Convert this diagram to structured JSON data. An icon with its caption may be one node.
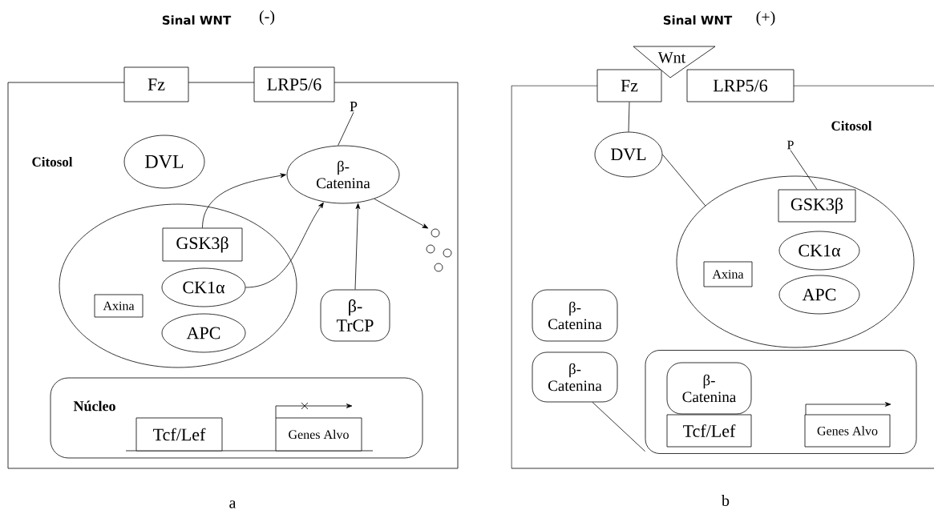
{
  "diagram": {
    "nodes": [
      {
        "text": [
          "Citosol"
        ]
      },
      {
        "text": [
          "Fz"
        ]
      },
      {
        "text": [
          "LRP5/6"
        ]
      },
      {
        "text": [
          "P"
        ],
        "in": 0
      },
      {
        "text": [
          "β- Catenina"
        ],
        "in": 0
      },
      {
        "text": [
          "DVL"
        ],
        "in": 0
      },
      {
        "text": [],
        "shape": "ellipse",
        "in": 0
      },
      {
        "text": [
          "GSK3β"
        ],
        "in": 6
      },
      {
        "text": [
          "Axina"
        ],
        "in": 6
      },
      {
        "text": [
          "CK1α"
        ],
        "in": 6
      },
      {
        "text": [
          "APC"
        ],
        "in": 6
      },
      {
        "text": [
          "β- TrCP"
        ],
        "in": 0
      },
      {
        "text": [],
        "shape": "circle",
        "in": 0
      },
      {
        "text": [
          "Núcleo"
        ],
        "in": 0
      },
      {
        "text": [
          "Tcf/Lef"
        ],
        "in": 13
      },
      {
        "text": [
          "Genes Alvo"
        ],
        "in": 13
      },
      {
        "text": [
          "Citosol"
        ]
      },
      {
        "text": [
          "Wnt"
        ]
      },
      {
        "text": [
          "Fz"
        ]
      },
      {
        "text": [
          "LRP5/6"
        ]
      },
      {
        "text": [
          "DVL"
        ],
        "in": 16
      },
      {
        "text": [],
        "shape": "ellipse",
        "in": 16
      },
      {
        "text": [
          "P"
        ],
        "in": 16
      },
      {
        "text": [
          "GSK3β"
        ],
        "in": 21
      },
      {
        "text": [
          "CK1α"
        ],
        "in": 21
      },
      {
        "text": [
          "Axina"
        ],
        "in": 21
      },
      {
        "text": [
          "APC"
        ],
        "in": 21
      },
      {
        "text": [
          "β- Catenina"
        ],
        "in": 16
      },
      {
        "text": [
          "β- Catenina"
        ],
        "in": 16
      },
      {
        "text": [],
        "shape": "box",
        "in": 16
      },
      {
        "text": [
          "β- Catenina"
        ],
        "in": 29
      },
      {
        "text": [
          "Tcf/Lef"
        ],
        "in": 29
      },
      {
        "text": [
          "Genes Alvo"
        ],
        "in": 29
      }
    ],
    "edges": [
      {
        "from": 3,
        "to": 4,
        "arrow": "none"
      },
      {
        "from": 7,
        "to": 4,
        "arrow": "to"
      },
      {
        "from": 9,
        "to": 4,
        "arrow": "to"
      },
      {
        "from": 11,
        "to": 4,
        "arrow": "to"
      },
      {
        "from": 4,
        "to": 12,
        "arrow": "to"
      },
      {
        "from": 18,
        "to": 20,
        "arrow": "none"
      },
      {
        "from": 20,
        "to": 21,
        "arrow": "none"
      },
      {
        "from": 22,
        "to": 23,
        "arrow": "none"
      },
      {
        "from": 28,
        "to": 29,
        "arrow": "none"
      }
    ],
    "labels": [
      "Sinal WNT",
      "(-)",
      "Sinal WNT",
      "(+)",
      "a",
      "b"
    ]
  }
}
